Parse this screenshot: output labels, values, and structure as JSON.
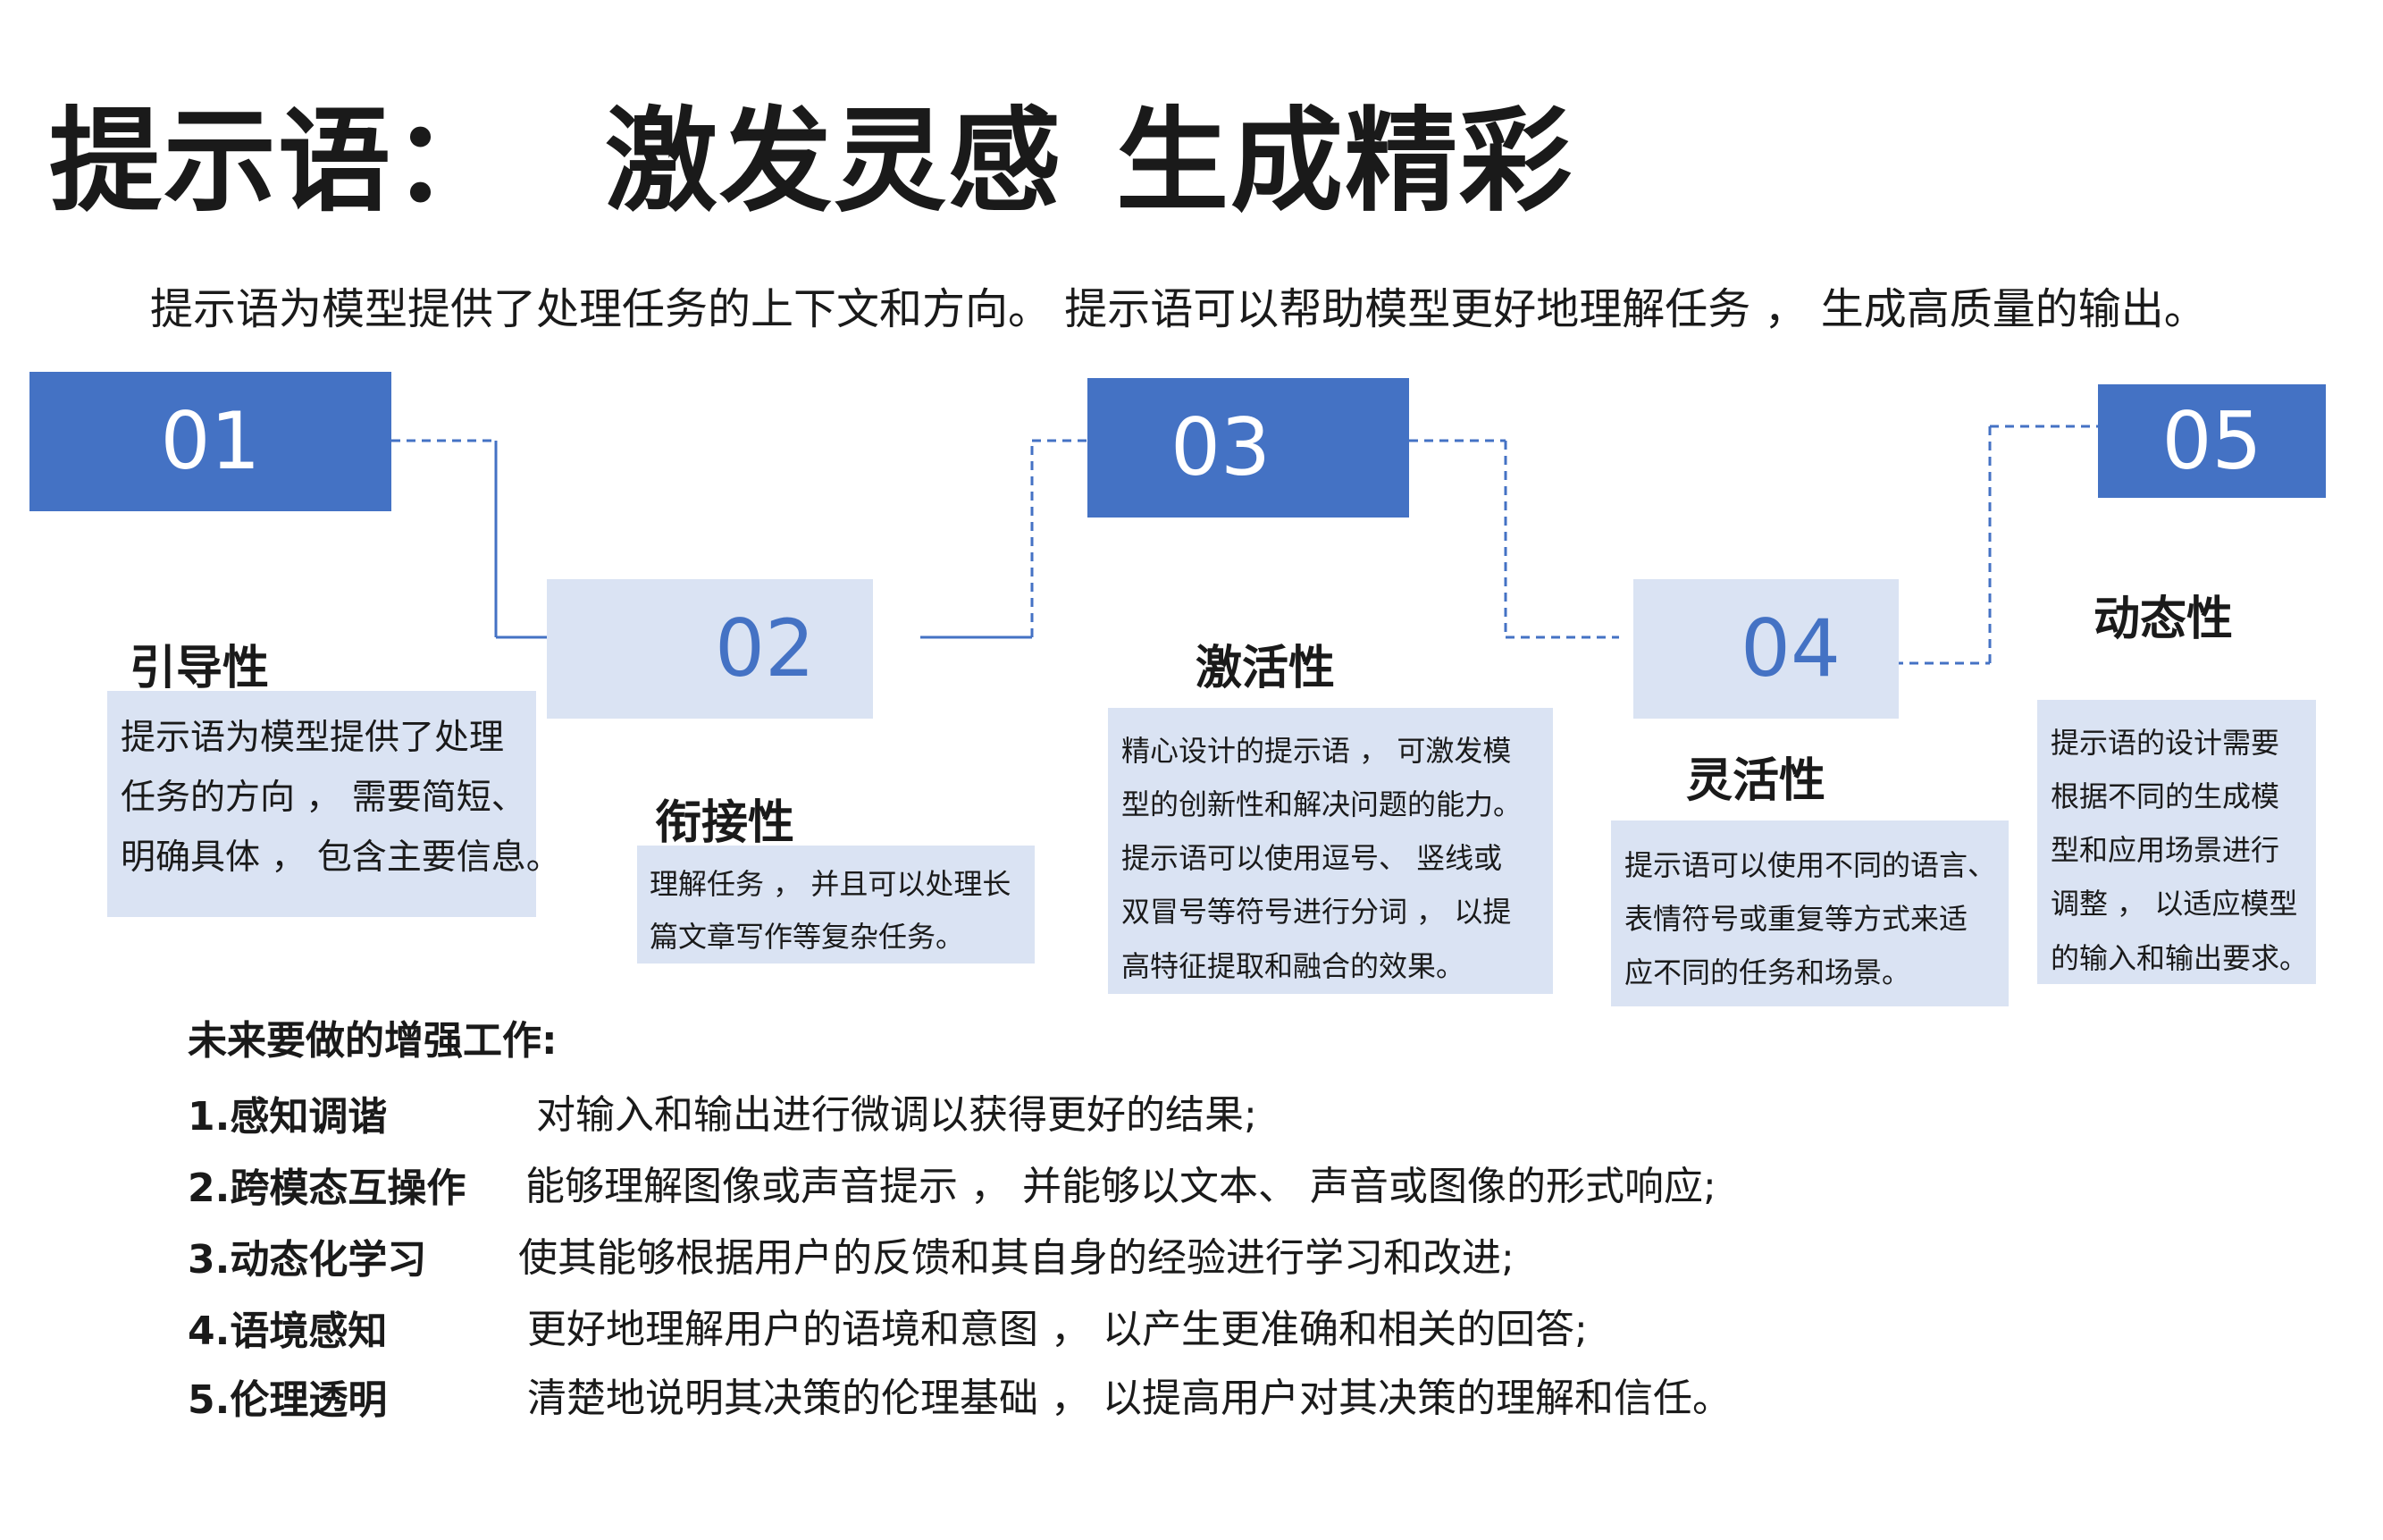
{
  "title": {
    "part1": "提示语：",
    "part2": "激发灵感",
    "part3": "生成精彩"
  },
  "subtitle": "提示语为模型提供了处理任务的上下文和方向。  提示语可以帮助模型更好地理解任务 ， 生成高质量的输出。",
  "steps": [
    {
      "number": "01",
      "title": "引导性",
      "desc_lines": [
        "提示语为模型提供了处理",
        "任务的方向 ， 需要简短、",
        "明确具体 ， 包含主要信息。"
      ]
    },
    {
      "number": "02",
      "title": "衔接性",
      "desc_lines": [
        "理解任务 ， 并且可以处理长",
        "篇文章写作等复杂任务。"
      ]
    },
    {
      "number": "03",
      "title": "激活性",
      "desc_lines": [
        "精心设计的提示语 ， 可激发模",
        "型的创新性和解决问题的能力。",
        "提示语可以使用逗号、  竖线或",
        "双冒号等符号进行分词 ，  以提",
        "高特征提取和融合的效果。"
      ]
    },
    {
      "number": "04",
      "title": "灵活性",
      "desc_lines": [
        "提示语可以使用不同的语言、",
        "表情符号或重复等方式来适",
        "应不同的任务和场景。"
      ]
    },
    {
      "number": "05",
      "title": "动态性",
      "desc_lines": [
        "提示语的设计需要",
        "根据不同的生成模",
        "型和应用场景进行",
        "调整 ，  以适应模型",
        "的输入和输出要求。"
      ]
    }
  ],
  "future": {
    "heading": "未来要做的增强工作:",
    "items": [
      {
        "label": "1.感知调谐",
        "text": "对输入和输出进行微调以获得更好的结果;"
      },
      {
        "label": "2.跨模态互操作",
        "text": "能够理解图像或声音提示 ，   并能够以文本、   声音或图像的形式响应;"
      },
      {
        "label": "3.动态化学习",
        "text": "使其能够根据用户的反馈和其自身的经验进行学习和改进;"
      },
      {
        "label": "4.语境感知",
        "text": "更好地理解用户的语境和意图 ，   以产生更准确和相关的回答;"
      },
      {
        "label": "5.伦理透明",
        "text": "清楚地说明其决策的伦理基础 ，   以提高用户对其决策的理解和信任。"
      }
    ]
  },
  "colors": {
    "dark_blue": "#4472c4",
    "light_blue": "#dae3f3",
    "text": "#1a1a1a"
  }
}
